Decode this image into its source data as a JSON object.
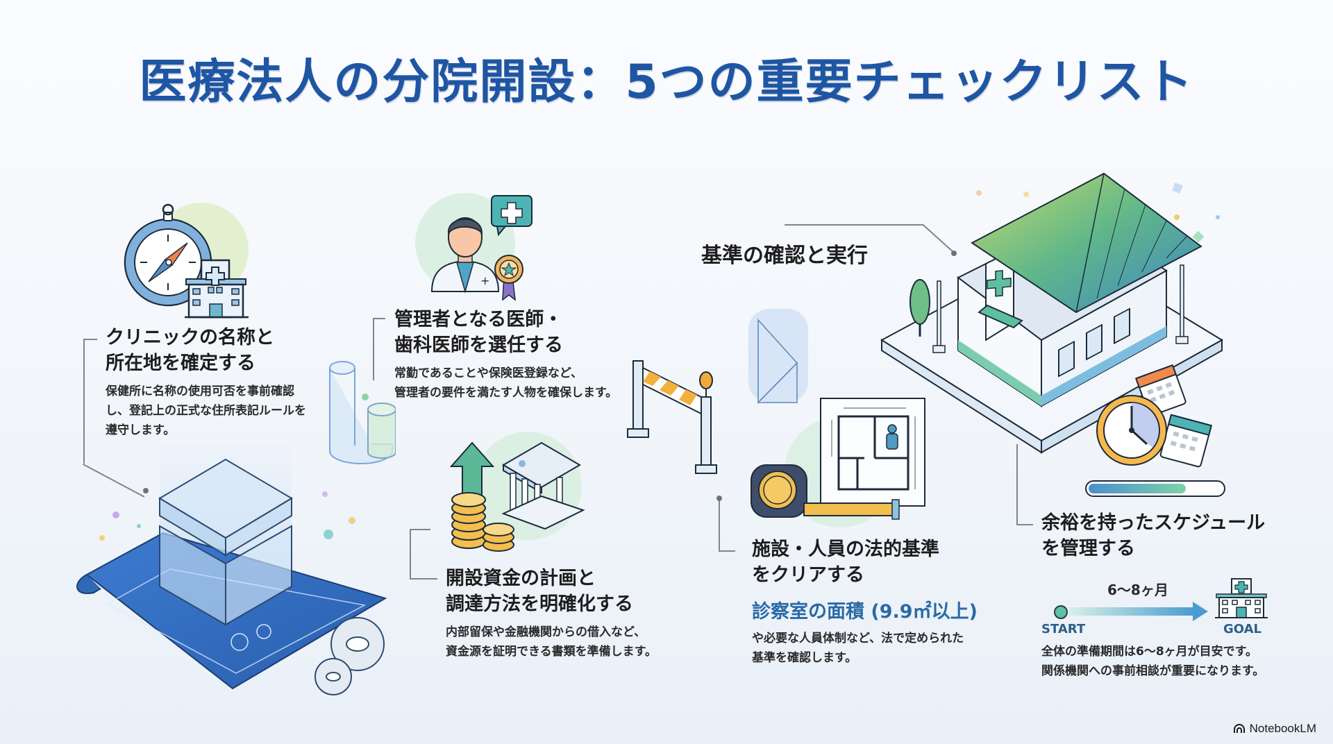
{
  "title": "医療法人の分院開設：5つの重要チェックリスト",
  "section_label": "基準の確認と実行",
  "items": [
    {
      "heading_line1": "クリニックの名称と",
      "heading_line2": "所在地を確定する",
      "desc_line1": "保健所に名称の使用可否を事前確認",
      "desc_line2": "し、登記上の正式な住所表記ルールを",
      "desc_line3": "遵守します。",
      "icon": "compass-clinic-icon"
    },
    {
      "heading_line1": "管理者となる医師・",
      "heading_line2": "歯科医師を選任する",
      "desc_line1": "常勤であることや保険医登録など、",
      "desc_line2": "管理者の要件を満たす人物を確保します。",
      "icon": "doctor-badge-icon"
    },
    {
      "heading_line1": "開設資金の計画と",
      "heading_line2": "調達方法を明確化する",
      "desc_line1": "内部留保や金融機関からの借入など、",
      "desc_line2": "資金源を証明できる書類を準備します。",
      "icon": "coins-bank-icon"
    },
    {
      "heading_line1": "施設・人員の法的基準",
      "heading_line2": "をクリアする",
      "highlight": "診察室の面積 (9.9㎡以上)",
      "desc_line1": "や必要な人員体制など、法で定められた",
      "desc_line2": "基準を確認します。",
      "icon": "floorplan-tape-icon"
    },
    {
      "heading_line1": "余裕を持ったスケジュール",
      "heading_line2": "を管理する",
      "timeline": {
        "duration": "6〜8ヶ月",
        "start": "START",
        "goal": "GOAL"
      },
      "desc_line1": "全体の準備期間は6〜8ヶ月が目安です。",
      "desc_line2": "関係機関への事前相談が重要になります。",
      "icon": "clock-calendar-icon"
    }
  ],
  "colors": {
    "title": "#1f56a3",
    "highlight": "#2a6aa6",
    "accent_green": "#5fbf98",
    "accent_blue": "#4a8fd0",
    "accent_orange": "#f2a93b"
  },
  "brand": "NotebookLM"
}
